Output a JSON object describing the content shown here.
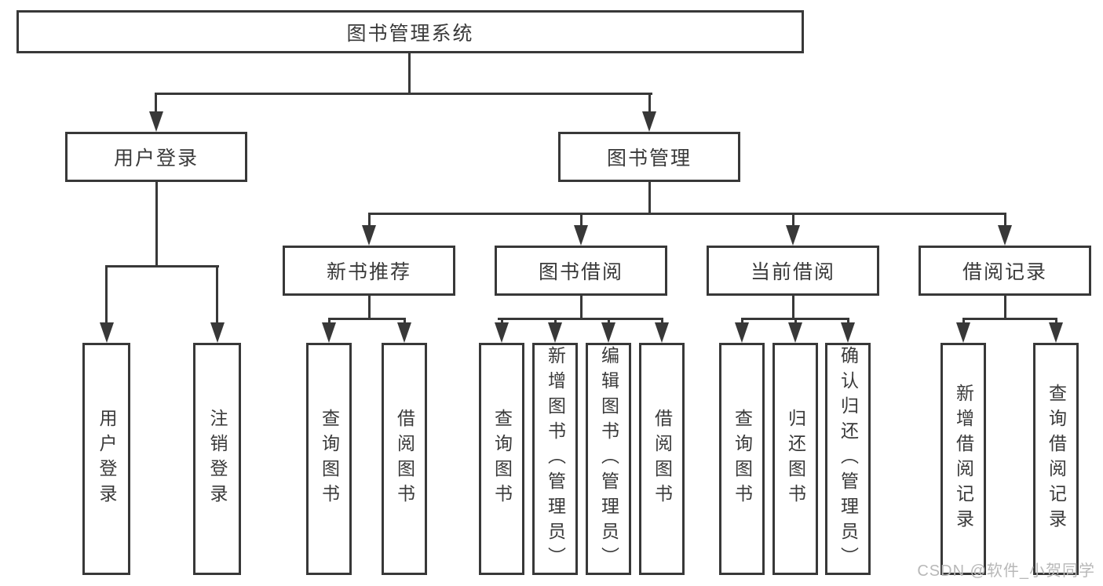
{
  "diagram_title": "图书管理系统",
  "tree": {
    "root": {
      "label": "图书管理系统",
      "children": [
        {
          "label": "用户登录",
          "children": [
            {
              "label": "用户登录"
            },
            {
              "label": "注销登录"
            }
          ]
        },
        {
          "label": "图书管理",
          "children": [
            {
              "label": "新书推荐",
              "children": [
                {
                  "label": "查询图书"
                },
                {
                  "label": "借阅图书"
                }
              ]
            },
            {
              "label": "图书借阅",
              "children": [
                {
                  "label": "查询图书"
                },
                {
                  "label": "新增图书（管理员）"
                },
                {
                  "label": "编辑图书（管理员）"
                },
                {
                  "label": "借阅图书"
                }
              ]
            },
            {
              "label": "当前借阅",
              "children": [
                {
                  "label": "查询图书"
                },
                {
                  "label": "归还图书"
                },
                {
                  "label": "确认归还（管理员）"
                }
              ]
            },
            {
              "label": "借阅记录",
              "children": [
                {
                  "label": "新增借阅记录"
                },
                {
                  "label": "查询借阅记录"
                }
              ]
            }
          ]
        }
      ]
    }
  },
  "watermark": "CSDN @软件_小贺同学",
  "colors": {
    "line": "#383838",
    "text": "#3a3a3a",
    "background": "#ffffff",
    "watermark": "#b8b8b8"
  }
}
